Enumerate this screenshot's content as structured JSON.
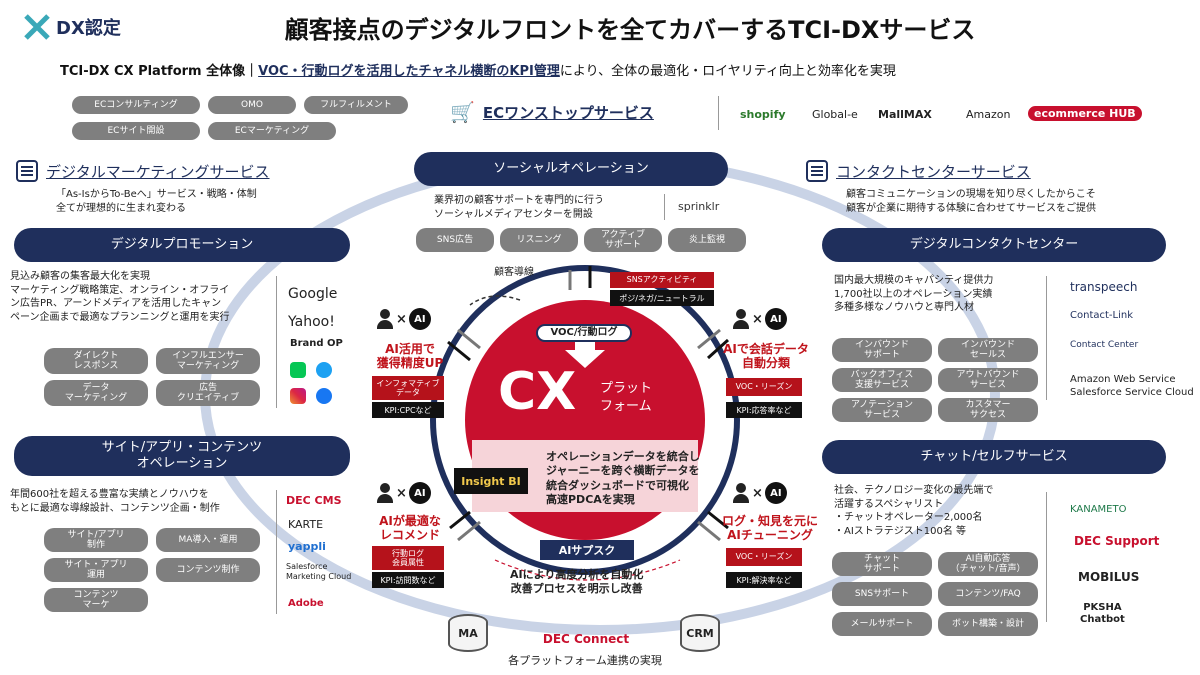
{
  "header": {
    "logo": "DX認定",
    "title": "顧客接点のデジタルフロントを全てカバーするTCI-DXサービス",
    "subtitle_prefix": "TCI-DX CX Platform 全体像｜",
    "subtitle_underlined": "VOC・行動ログを活用したチャネル横断のKPI管理",
    "subtitle_suffix": "により、全体の最適化・ロイヤリティ向上と効率化を実現"
  },
  "ec": {
    "pills": [
      "ECコンサルティング",
      "OMO",
      "フルフィルメント",
      "ECサイト開設",
      "ECマーケティング"
    ],
    "title": "ECワンストップサービス",
    "logos": [
      "shopify",
      "Global-e",
      "MallMAX",
      "Amazon",
      "ecommerce HUB"
    ]
  },
  "digital_marketing": {
    "title": "デジタルマーケティングサービス",
    "desc": "「As-IsからTo-Beへ」サービス・戦略・体制\n全てが理想的に生まれ変わる"
  },
  "contact_center": {
    "title": "コンタクトセンターサービス",
    "desc": "顧客コミュニケーションの現場を知り尽くしたからこそ\n顧客が企業に期待する体験に合わせてサービスをご提供"
  },
  "social": {
    "banner": "ソーシャルオペレーション",
    "desc": "業界初の顧客サポートを専門的に行う\nソーシャルメディアセンターを開設",
    "logo": "sprinklr",
    "pills": [
      "SNS広告",
      "リスニング",
      "アクティブ\nサポート",
      "炎上監視"
    ],
    "guide": "顧客導線",
    "activity_box": "SNSアクティビティ",
    "activity_sub": "ポジ/ネガ/ニュートラル"
  },
  "promotion": {
    "banner": "デジタルプロモーション",
    "desc": "見込み顧客の集客最大化を実現\nマーケティング戦略策定、オンライン・オフライ\nン広告PR、アーンドメディアを活用したキャン\nペーン企画まで最適なプランニングと運用を実行",
    "pills": [
      "ダイレクト\nレスポンス",
      "インフルエンサー\nマーケティング",
      "データ\nマーケティング",
      "広告\nクリエイティブ"
    ],
    "logos": [
      "Google",
      "Yahoo!",
      "Brand OP"
    ]
  },
  "site_ops": {
    "banner": "サイト/アプリ・コンテンツ\nオペレーション",
    "desc": "年間600社を超える豊富な実績とノウハウを\nもとに最適な導線設計、コンテンツ企画・制作",
    "pills": [
      "サイト/アプリ\n制作",
      "MA導入・運用",
      "サイト・アプリ\n運用",
      "コンテンツ制作",
      "コンテンツ\nマーケ"
    ],
    "logos": [
      "DEC CMS",
      "KARTE",
      "yappli",
      "Salesforce\nMarketing Cloud",
      "Adobe"
    ]
  },
  "dcc": {
    "banner": "デジタルコンタクトセンター",
    "desc": "国内最大規模のキャパシティ提供力\n1,700社以上のオペレーション実績\n多種多様なノウハウと専門人材",
    "pills": [
      "インバウンド\nサポート",
      "インバウンド\nセールス",
      "バックオフィス\n支援サービス",
      "アウトバウンド\nサービス",
      "アノテーション\nサービス",
      "カスタマー\nサクセス"
    ],
    "logos": [
      "transpeech",
      "Contact-Link",
      "Contact Center",
      "Amazon Web Service\nSalesforce Service Cloud"
    ]
  },
  "chat": {
    "banner": "チャット/セルフサービス",
    "desc": "社会、テクノロジー変化の最先端で\n活躍するスペシャリスト\n・チャットオペレーター2,000名\n・AIストラテジスト100名 等",
    "pills": [
      "チャット\nサポート",
      "AI自動応答\n（チャット/音声）",
      "SNSサポート",
      "コンテンツ/FAQ",
      "メールサポート",
      "ボット構築・設計"
    ],
    "logos": [
      "KANAMETO",
      "DEC Support",
      "MOBILUS",
      "PKSHA\nChatbot"
    ]
  },
  "center": {
    "voc": "VOC/行動ログ",
    "cx": "CX",
    "cx_sub": "プラット\nフォーム",
    "ops_text": "オペレーションデータを統合し\nジャーニーを跨ぐ横断データを\n統合ダッシュボードで可視化\n高速PDCAを実現",
    "insight": "Insight BI",
    "ai_suite": "AIサプスク",
    "ai_bottom": "AIにより高度分析を自動化\n改善プロセスを明示し改善"
  },
  "ai_blocks": [
    {
      "label": "AI活用で\n獲得精度UP",
      "box": "インフォマティブ\nデータ",
      "kpi": "KPI:CPCなど"
    },
    {
      "label": "AIで会話データ\n自動分類",
      "box": "VOC・リーズン",
      "kpi": "KPI:応答率など"
    },
    {
      "label": "AIが最適な\nレコメンド",
      "box": "行動ログ\n会員属性",
      "kpi": "KPI:訪問数など"
    },
    {
      "label": "ログ・知見を元に\nAIチューニング",
      "box": "VOC・リーズン",
      "kpi": "KPI:解決率など"
    }
  ],
  "bottom": {
    "ma": "MA",
    "crm": "CRM",
    "dec_connect": "DEC Connect",
    "caption": "各プラットフォーム連携の実現"
  },
  "ai_mark": "AI",
  "times": "×"
}
